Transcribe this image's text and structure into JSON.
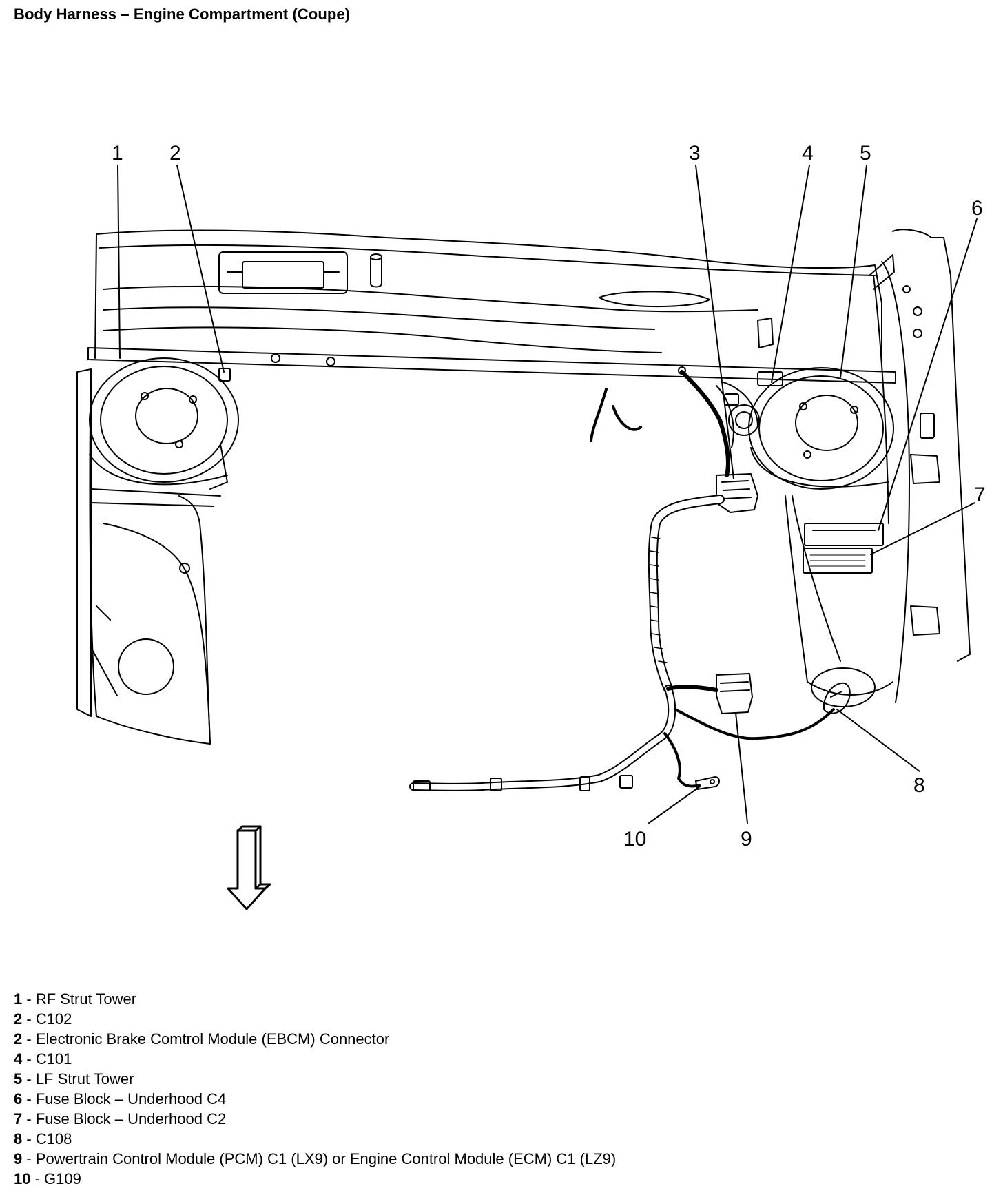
{
  "page": {
    "title": "Body Harness – Engine Compartment (Coupe)"
  },
  "diagram": {
    "callouts": [
      "1",
      "2",
      "3",
      "4",
      "5",
      "6",
      "7",
      "8",
      "9",
      "10"
    ]
  },
  "legend": [
    {
      "num": "1",
      "sep": " - ",
      "text": "RF Strut Tower"
    },
    {
      "num": "2",
      "sep": " - ",
      "text": "C102"
    },
    {
      "num": "2",
      "sep": " - ",
      "text": "Electronic Brake Comtrol Module (EBCM) Connector"
    },
    {
      "num": "4",
      "sep": " - ",
      "text": "C101"
    },
    {
      "num": "5",
      "sep": " - ",
      "text": "LF Strut Tower"
    },
    {
      "num": "6",
      "sep": " - ",
      "text": "Fuse Block – Underhood C4"
    },
    {
      "num": "7",
      "sep": " - ",
      "text": "Fuse Block – Underhood C2"
    },
    {
      "num": "8",
      "sep": " - ",
      "text": "C108"
    },
    {
      "num": "9",
      "sep": " - ",
      "text": "Powertrain Control Module (PCM) C1 (LX9) or Engine Control Module (ECM) C1 (LZ9)"
    },
    {
      "num": "10",
      "sep": " - ",
      "text": "G109"
    }
  ]
}
